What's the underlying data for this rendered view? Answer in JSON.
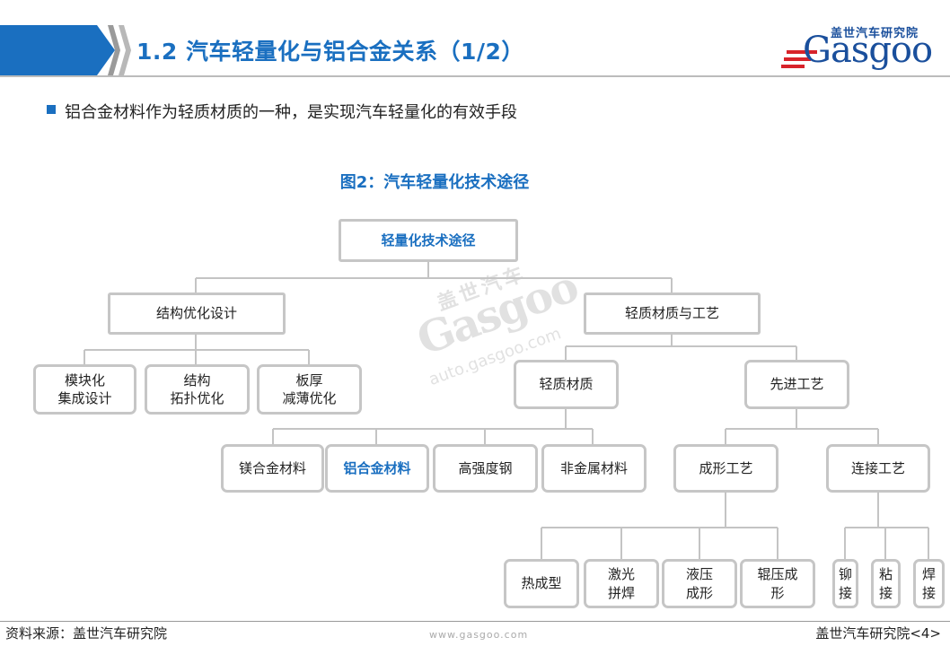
{
  "header": {
    "title": "1.2 汽车轻量化与铝合金关系（1/2）",
    "accent_color": "#1a6fc0",
    "logo": {
      "cn": "盖世汽车研究院",
      "en": "Gasgoo"
    }
  },
  "bullet": {
    "text": "铝合金材料作为轻质材质的一种，是实现汽车轻量化的有效手段"
  },
  "figure": {
    "title": "图2：汽车轻量化技术途径",
    "nodes": {
      "root": "轻量化技术途径",
      "structure": "结构优化设计",
      "modular": "模块化\n集成设计",
      "topology": "结构\n拓扑优化",
      "thin": "板厚\n减薄优化",
      "material_process": "轻质材质与工艺",
      "light_material": "轻质材质",
      "advanced_process": "先进工艺",
      "magnesium": "镁合金材料",
      "aluminum": "铝合金材料",
      "steel": "高强度钢",
      "nonmetal": "非金属材料",
      "forming": "成形工艺",
      "joining": "连接工艺",
      "hot": "热成型",
      "laser": "激光\n拼焊",
      "hydro": "液压\n成形",
      "roll": "辊压成\n形",
      "rivet": "铆\n接",
      "bond": "粘\n接",
      "weld": "焊\n接"
    },
    "watermark": {
      "cn": "盖世汽车",
      "en": "Gasgoo",
      "url": "auto.gasgoo.com"
    }
  },
  "footer": {
    "source": "资料来源：盖世汽车研究院",
    "url": "www.gasgoo.com",
    "page": "盖世汽车研究院<4>"
  }
}
